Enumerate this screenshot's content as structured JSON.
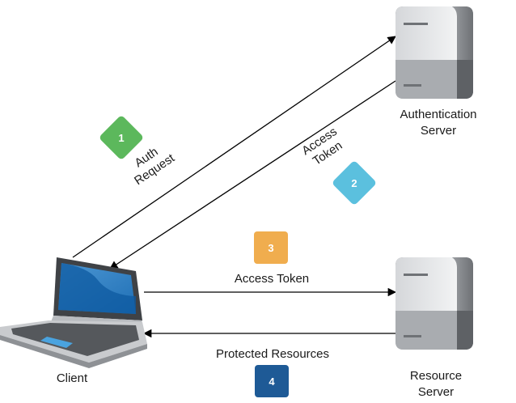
{
  "nodes": {
    "auth_server": {
      "line1": "Authentication",
      "line2": "Server"
    },
    "resource_server": {
      "line1": "Resource",
      "line2": "Server"
    },
    "client": {
      "label": "Client"
    }
  },
  "steps": [
    {
      "num": "1",
      "line1": "Auth",
      "line2": "Request",
      "color": "#5cb85c"
    },
    {
      "num": "2",
      "line1": "Access",
      "line2": "Token",
      "color": "#5bc0de"
    },
    {
      "num": "3",
      "label": "Access Token",
      "color": "#f0ad4e"
    },
    {
      "num": "4",
      "label": "Protected Resources",
      "color": "#1e5a96"
    }
  ],
  "colors": {
    "arrow": "#000000",
    "server_light": "#e2e3e5",
    "server_dark": "#8a8d91",
    "laptop_screen": "#1f6fb5",
    "laptop_body": "#c9cbce"
  }
}
